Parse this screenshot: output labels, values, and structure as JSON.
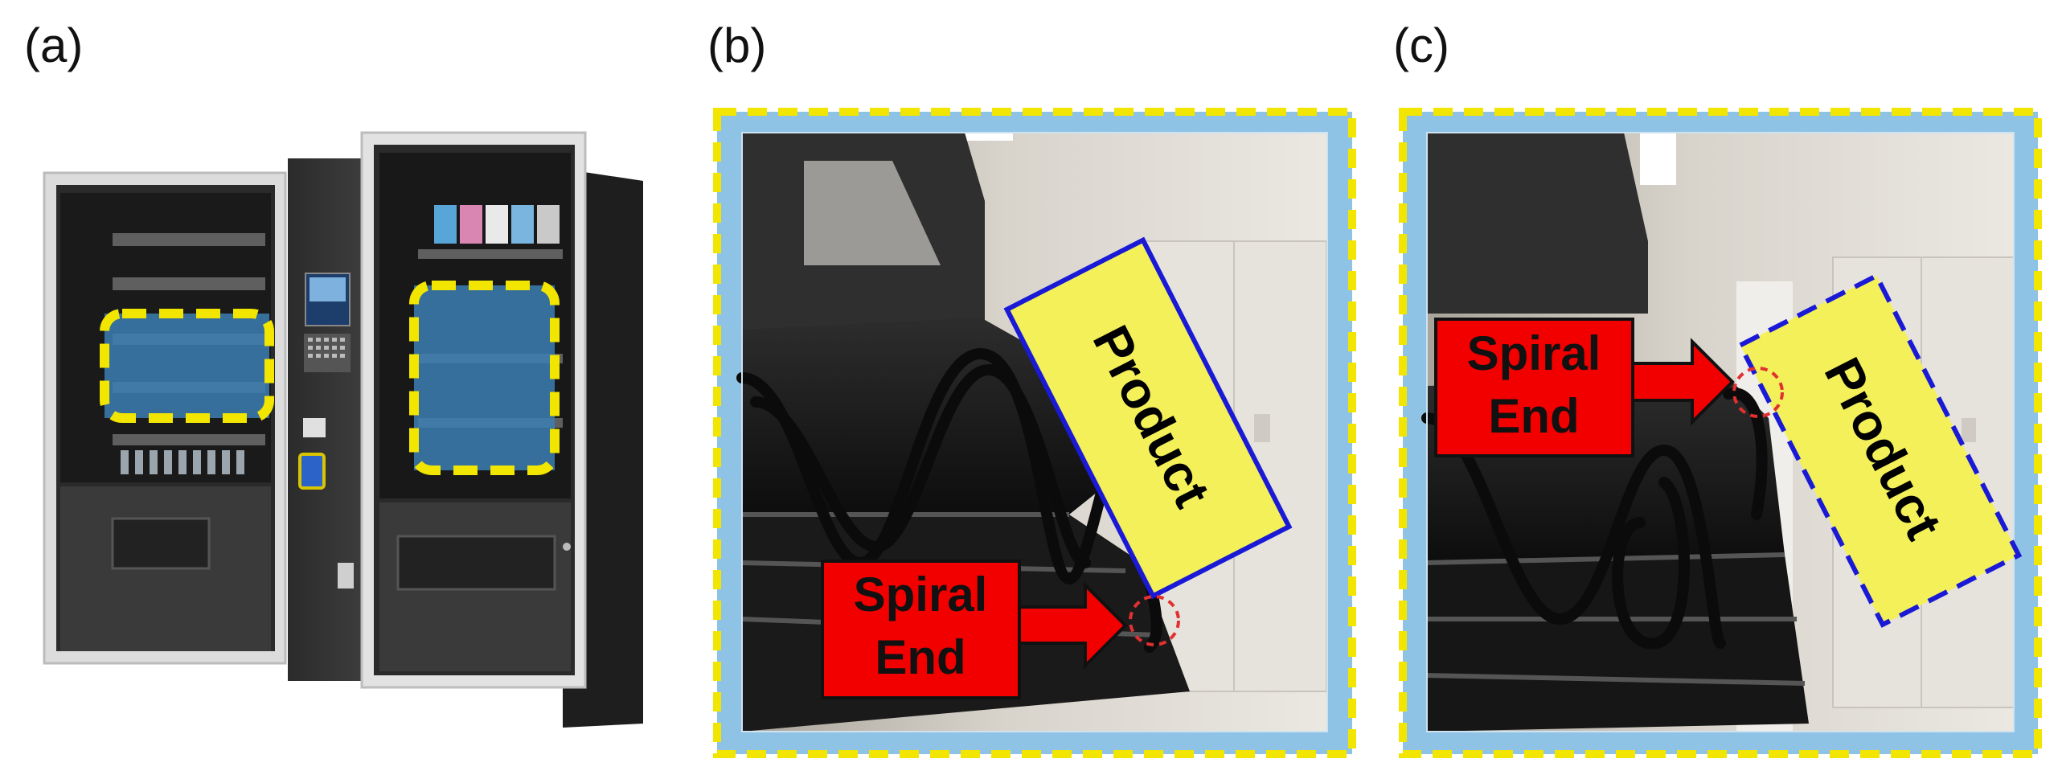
{
  "panels": {
    "a": {
      "label": "(a)"
    },
    "b": {
      "label": "(b)",
      "product_label": "Product",
      "spiral_label_line1": "Spiral",
      "spiral_label_line2": "End"
    },
    "c": {
      "label": "(c)",
      "product_label": "Product",
      "spiral_label_line1": "Spiral",
      "spiral_label_line2": "End"
    }
  },
  "colors": {
    "highlight_yellow": "#f2e600",
    "frame_blue": "#8ec3e6",
    "product_fill": "#f3f05a",
    "callout_red": "#f20000",
    "product_outline": "#1a1ad6"
  }
}
